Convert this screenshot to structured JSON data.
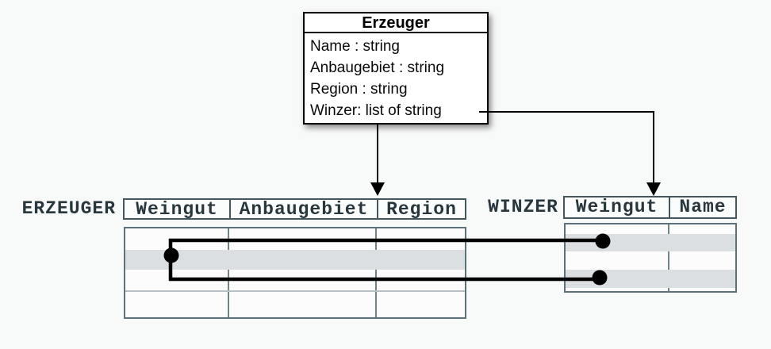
{
  "colors": {
    "background": "#f8f9f9",
    "box_bg": "#ffffff",
    "box_border": "#000000",
    "header_border": "#44565e",
    "body_border": "#5c717a",
    "divider": "#6e838a",
    "gridline": "#b7c1c5",
    "stripe": "#dcdfe2",
    "header_text": "#28363d",
    "connector": "#000000"
  },
  "class_box": {
    "title": "Erzeuger",
    "attributes": [
      "Name : string",
      "Anbaugebiet : string",
      "Region : string",
      "Winzer: list of string"
    ]
  },
  "erzeuger_table": {
    "label": "ERZEUGER",
    "columns": [
      "Weingut",
      "Anbaugebiet",
      "Region"
    ]
  },
  "winzer_table": {
    "label": "WINZER",
    "columns": [
      "Weingut",
      "Name"
    ]
  }
}
